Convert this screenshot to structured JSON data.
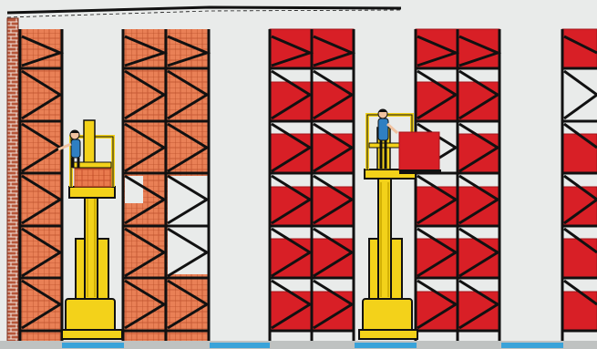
{
  "scene": {
    "description_visible_text": [],
    "colors": {
      "background": "#e9ebea",
      "rack_frame": "#111111",
      "brick_wall": "#b5563a",
      "brick_mortar": "#f2e6df",
      "orange_cartons": "#e97a4e",
      "carton_lines": "#c6532e",
      "red_pallet_load": "#d81f26",
      "red_pallet_dark": "#a3161b",
      "order_picker_yellow": "#f3d21a",
      "order_picker_dark": "#c9a800",
      "floor_blue": "#3aa3d9",
      "floor_grey": "#bfc2c1",
      "worker_blue": "#2f7fc2"
    },
    "icons": [
      "brick-wall",
      "pallet-rack",
      "order-picker-truck",
      "warehouse-worker",
      "floor-guide-rail"
    ]
  }
}
